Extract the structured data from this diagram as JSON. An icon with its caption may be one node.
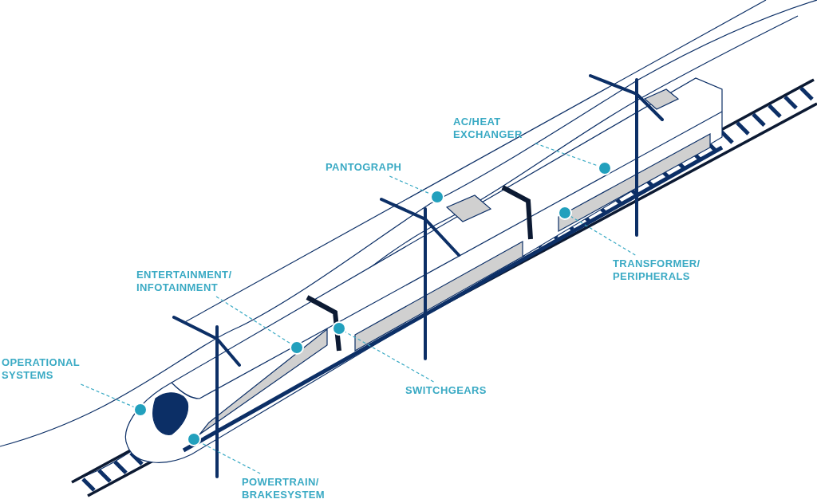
{
  "diagram": {
    "nodes": [
      {
        "text": [
          "AC/HEAT EXCHANGER"
        ]
      },
      {
        "text": [
          "PANTOGRAPH"
        ]
      },
      {
        "text": [
          "TRANSFORMER/ PERIPHERALS"
        ]
      },
      {
        "text": [
          "ENTERTAINMENT/ INFOTAINMENT"
        ]
      },
      {
        "text": [
          "OPERATIONAL SYSTEMS"
        ]
      },
      {
        "text": [
          "SWITCHGEARS"
        ]
      },
      {
        "text": [
          "POWERTRAIN/ BRAKESYSTEM"
        ]
      },
      {
        "text": [],
        "shape": "circle"
      },
      {
        "text": [],
        "shape": "circle"
      },
      {
        "text": [],
        "shape": "circle"
      },
      {
        "text": [],
        "shape": "circle"
      },
      {
        "text": [],
        "shape": "circle"
      },
      {
        "text": [],
        "shape": "circle"
      },
      {
        "text": [],
        "shape": "circle"
      }
    ],
    "edges": [
      {
        "from": 0,
        "to": 13,
        "arrow": "none"
      },
      {
        "from": 1,
        "to": 11,
        "arrow": "none"
      },
      {
        "from": 2,
        "to": 12,
        "arrow": "none"
      },
      {
        "from": 3,
        "to": 9,
        "arrow": "none"
      },
      {
        "from": 4,
        "to": 7,
        "arrow": "none"
      },
      {
        "from": 5,
        "to": 10,
        "arrow": "none"
      },
      {
        "from": 6,
        "to": 8,
        "arrow": "none"
      }
    ]
  }
}
